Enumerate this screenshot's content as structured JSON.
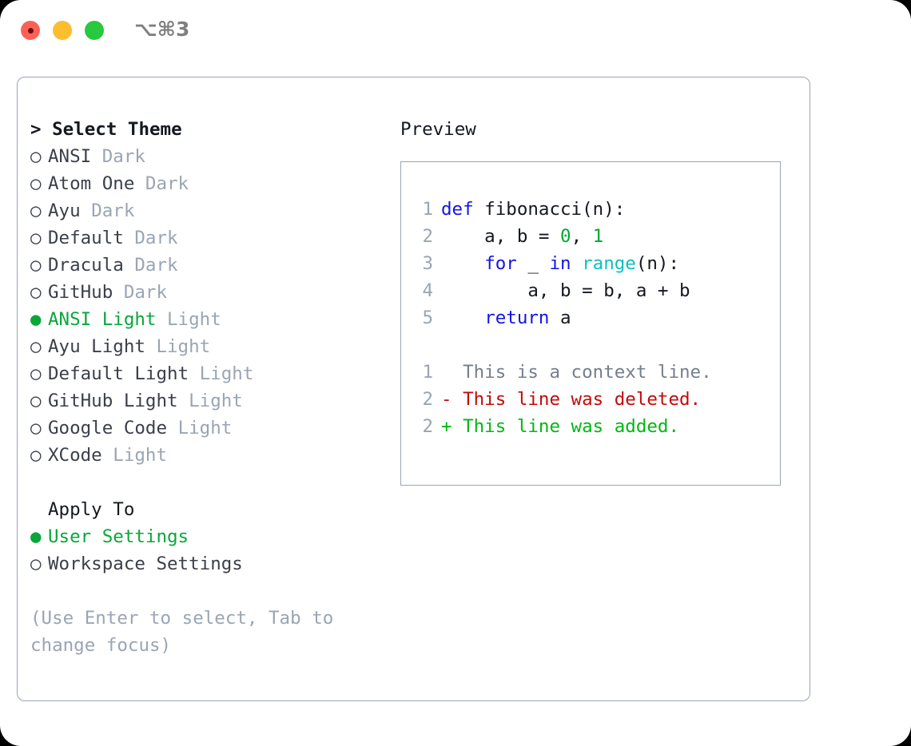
{
  "titlebar": {
    "shortcut": "⌥⌘3",
    "buttons": [
      {
        "name": "close",
        "color": "#fc6158"
      },
      {
        "name": "minimize",
        "color": "#fcbd2e"
      },
      {
        "name": "zoom",
        "color": "#27c93f"
      }
    ]
  },
  "colors": {
    "accent_green": "#0aa63a",
    "muted": "#9aa5b4",
    "text": "#3a3f4a",
    "heading": "#141820",
    "border": "#9aa5b4",
    "keyword": "#1414e6",
    "function": "#0ec0c0",
    "number": "#00a832",
    "diff_add": "#00b812",
    "diff_del": "#c20b0b",
    "diff_ctx": "#767f8c"
  },
  "theme_panel": {
    "heading_caret": ">",
    "heading": "Select Theme",
    "bullet_selected": "●",
    "bullet_unselected": "○",
    "items": [
      {
        "label": "ANSI",
        "mode": "Dark",
        "selected": false
      },
      {
        "label": "Atom One",
        "mode": "Dark",
        "selected": false
      },
      {
        "label": "Ayu",
        "mode": "Dark",
        "selected": false
      },
      {
        "label": "Default",
        "mode": "Dark",
        "selected": false
      },
      {
        "label": "Dracula",
        "mode": "Dark",
        "selected": false
      },
      {
        "label": "GitHub",
        "mode": "Dark",
        "selected": false
      },
      {
        "label": "ANSI Light",
        "mode": "Light",
        "selected": true
      },
      {
        "label": "Ayu Light",
        "mode": "Light",
        "selected": false
      },
      {
        "label": "Default Light",
        "mode": "Light",
        "selected": false
      },
      {
        "label": "GitHub Light",
        "mode": "Light",
        "selected": false
      },
      {
        "label": "Google Code",
        "mode": "Light",
        "selected": false
      },
      {
        "label": "XCode",
        "mode": "Light",
        "selected": false
      }
    ]
  },
  "apply_to": {
    "title": "Apply To",
    "items": [
      {
        "label": "User Settings",
        "selected": true
      },
      {
        "label": "Workspace Settings",
        "selected": false
      }
    ]
  },
  "hint": "(Use Enter to select, Tab to change focus)",
  "preview": {
    "title": "Preview",
    "code_lines": [
      {
        "n": "1",
        "tokens": [
          {
            "t": "def ",
            "c": "kw"
          },
          {
            "t": "fibonacci(n):",
            "c": "plain"
          }
        ]
      },
      {
        "n": "2",
        "tokens": [
          {
            "t": "    a, b = ",
            "c": "plain"
          },
          {
            "t": "0",
            "c": "num"
          },
          {
            "t": ", ",
            "c": "plain"
          },
          {
            "t": "1",
            "c": "num"
          }
        ]
      },
      {
        "n": "3",
        "tokens": [
          {
            "t": "    ",
            "c": "plain"
          },
          {
            "t": "for",
            "c": "kw"
          },
          {
            "t": " _ ",
            "c": "plain"
          },
          {
            "t": "in",
            "c": "kw"
          },
          {
            "t": " ",
            "c": "plain"
          },
          {
            "t": "range",
            "c": "fn"
          },
          {
            "t": "(n):",
            "c": "plain"
          }
        ]
      },
      {
        "n": "4",
        "tokens": [
          {
            "t": "        a, b = b, a + b",
            "c": "plain"
          }
        ]
      },
      {
        "n": "5",
        "tokens": [
          {
            "t": "    ",
            "c": "plain"
          },
          {
            "t": "return",
            "c": "kw"
          },
          {
            "t": " a",
            "c": "plain"
          }
        ]
      }
    ],
    "diff_lines": [
      {
        "n": "1",
        "marker": " ",
        "text": " This is a context line.",
        "kind": "d-ctx"
      },
      {
        "n": "2",
        "marker": "-",
        "text": " This line was deleted.",
        "kind": "d-del"
      },
      {
        "n": "2",
        "marker": "+",
        "text": " This line was added.",
        "kind": "d-add"
      }
    ]
  }
}
